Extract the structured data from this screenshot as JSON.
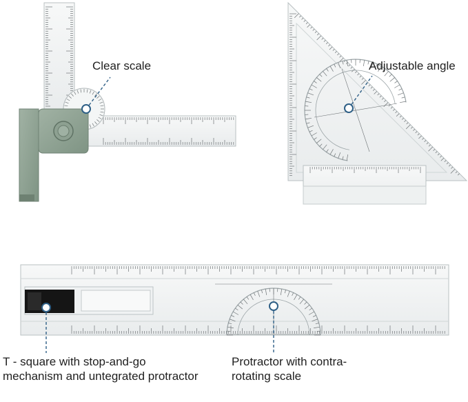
{
  "callouts": {
    "clear_scale": "Clear scale",
    "adjustable_angle": "Adjustable angle",
    "tsquare": "T - square with stop-and-go mechanism and untegrated protractor",
    "protractor": "Protractor with contra-rotating scale"
  },
  "colors": {
    "ruler_fill": "#f3f5f5",
    "ruler_stroke": "#b9c0c2",
    "tick": "#6d7275",
    "sage": "#8fa293",
    "sage_dark": "#71857a",
    "callout_blue": "#2e5f86",
    "stop_black": "#151515"
  }
}
